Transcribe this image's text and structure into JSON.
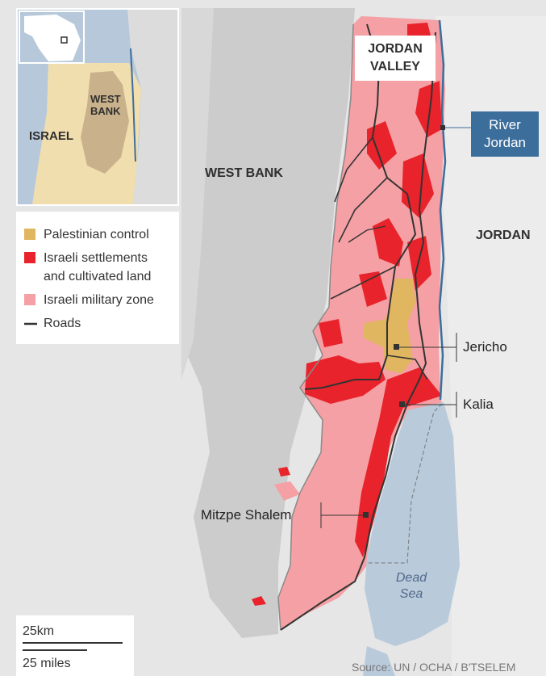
{
  "inset": {
    "israel_label": "ISRAEL",
    "west_bank_label_line1": "WEST",
    "west_bank_label_line2": "BANK"
  },
  "regions": {
    "west_bank": "WEST BANK",
    "jordan": "JORDAN",
    "jordan_valley_line1": "JORDAN",
    "jordan_valley_line2": "VALLEY",
    "river_jordan_line1": "River",
    "river_jordan_line2": "Jordan",
    "dead_sea_line1": "Dead",
    "dead_sea_line2": "Sea"
  },
  "places": [
    {
      "name": "Jericho"
    },
    {
      "name": "Kalia"
    },
    {
      "name": "Mitzpe Shalem"
    }
  ],
  "legend": [
    {
      "label": "Palestinian control",
      "color": "#e0b661",
      "kind": "swatch"
    },
    {
      "label": "Israeli settlements",
      "label2": "and cultivated land",
      "color": "#e8232b",
      "kind": "swatch"
    },
    {
      "label": "Israeli military zone",
      "color": "#f4a0a4",
      "kind": "swatch"
    },
    {
      "label": "Roads",
      "color": "#333333",
      "kind": "line"
    }
  ],
  "scale": {
    "km_label": "25km",
    "miles_label": "25 miles"
  },
  "source": "Source: UN / OCHA / B'TSELEM",
  "colors": {
    "terrain_light": "#e4e4e4",
    "west_bank_gray": "#cfcfcf",
    "dead_sea": "#b9cadb",
    "river": "#3c6e9c"
  }
}
